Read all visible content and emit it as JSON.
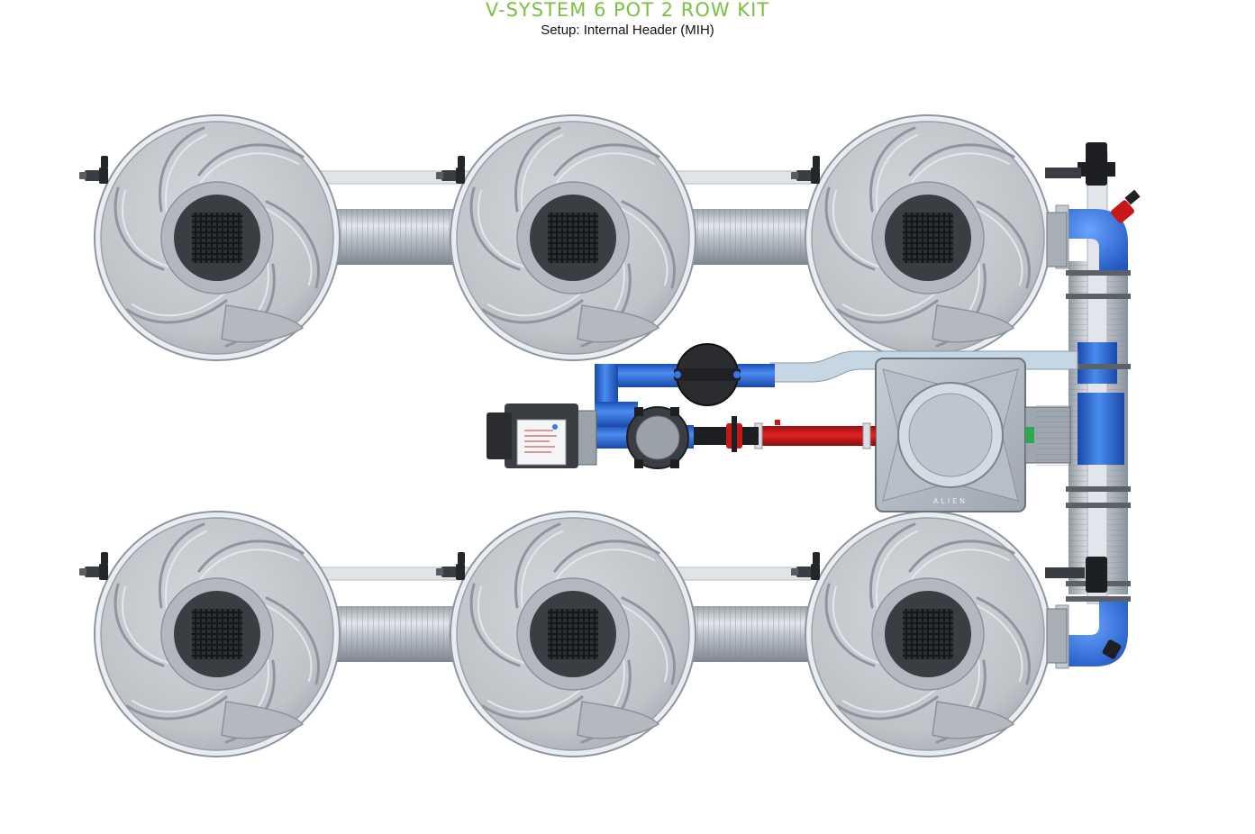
{
  "header": {
    "title": "V-SYSTEM 6 POT 2 ROW KIT",
    "subtitle": "Setup: Internal Header (MIH)"
  },
  "colors": {
    "title": "#7ac143",
    "pipe_blue": "#2f6fd6",
    "pipe_red": "#d71a1a",
    "pot_grey": "#c9ccd0",
    "lid_dark": "#3a3d41"
  },
  "components": {
    "pots": {
      "rows": 2,
      "per_row": 3,
      "total": 6
    },
    "reservoir_emboss": "ALIEN",
    "parts": [
      "pot",
      "reservoir",
      "pump",
      "filter",
      "valve",
      "header-pipe",
      "elbow",
      "flex-hose"
    ]
  }
}
